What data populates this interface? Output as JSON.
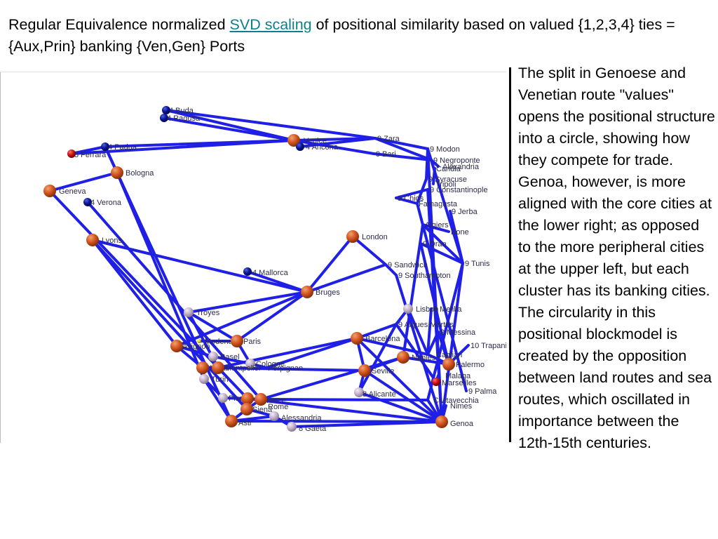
{
  "title": {
    "part1": "Regular Equivalence normalized ",
    "link": "SVD scaling",
    "part2": " of positional similarity based on valued {1,2,3,4} ties = {Aux,Prin} banking {Ven,Gen} Ports"
  },
  "description": "The split in Genoese and Venetian route \"values\" opens the positional structure into a circle, showing how they compete for trade. Genoa, however, is more aligned with the core cities at the lower right; as opposed to the more peripheral cities at the upper left, but each cluster has its banking cities. The circularity in this positional blockmodel is created by the opposition between land routes and sea routes, which oscillated in importance between the 12th-15th centuries.",
  "colors": {
    "edge": "#1f1fe6",
    "orange": "#d2551f",
    "navy": "#0a1496",
    "lilac": "#c3b2c9",
    "red": "#cc1010",
    "yellow": "#d8d020",
    "link": "#0b7f8c"
  },
  "nodes": [
    {
      "id": "buda",
      "label": "4 Buda",
      "color": "navy"
    },
    {
      "id": "ragusa",
      "label": "4 Ragusa",
      "color": "navy"
    },
    {
      "id": "venice",
      "label": "Venice",
      "color": "orange"
    },
    {
      "id": "ancona",
      "label": "4 Ancona",
      "color": "navy"
    },
    {
      "id": "padua",
      "label": "4 Padua",
      "color": "navy"
    },
    {
      "id": "ferrara",
      "label": "5 Ferrara",
      "color": "red"
    },
    {
      "id": "bologna",
      "label": "Bologna",
      "color": "orange"
    },
    {
      "id": "geneva",
      "label": "Geneva",
      "color": "orange"
    },
    {
      "id": "verona",
      "label": "4 Verona",
      "color": "navy"
    },
    {
      "id": "lyons",
      "label": "Lyons",
      "color": "orange"
    },
    {
      "id": "zara",
      "label": "9 Zara",
      "color": "none"
    },
    {
      "id": "bari",
      "label": "9 Bari",
      "color": "none"
    },
    {
      "id": "modon",
      "label": "9 Modon",
      "color": "none"
    },
    {
      "id": "negroponte",
      "label": "9 Negroponte",
      "color": "none"
    },
    {
      "id": "alexandria",
      "label": "Alexandria",
      "color": "none"
    },
    {
      "id": "candia",
      "label": "Candia",
      "color": "none"
    },
    {
      "id": "syracuse",
      "label": "9 Syracuse",
      "color": "none"
    },
    {
      "id": "tripoli",
      "label": "Tripoli",
      "color": "none"
    },
    {
      "id": "constantinople",
      "label": "9 Constantinople",
      "color": "none"
    },
    {
      "id": "chios",
      "label": "9 Chios",
      "color": "none"
    },
    {
      "id": "famagusta",
      "label": "Famagusta",
      "color": "none"
    },
    {
      "id": "jerba",
      "label": "9 Jerba",
      "color": "none"
    },
    {
      "id": "algiers",
      "label": "Algiers",
      "color": "none"
    },
    {
      "id": "bone",
      "label": "Bone",
      "color": "none"
    },
    {
      "id": "oran",
      "label": "9 Oran",
      "color": "none"
    },
    {
      "id": "tunis",
      "label": "9 Tunis",
      "color": "none"
    },
    {
      "id": "london",
      "label": "London",
      "color": "orange"
    },
    {
      "id": "sandwich",
      "label": "9 Sandwich",
      "color": "none"
    },
    {
      "id": "southampton",
      "label": "9 Southampton",
      "color": "none"
    },
    {
      "id": "mallorca",
      "label": "4 Mallorca",
      "color": "navy"
    },
    {
      "id": "bruges",
      "label": "Bruges",
      "color": "orange"
    },
    {
      "id": "troyes",
      "label": "Troyes",
      "color": "lilac"
    },
    {
      "id": "lisbon",
      "label": "Lisbon",
      "color": "lilac"
    },
    {
      "id": "melilla",
      "label": "9 Melilla",
      "color": "none"
    },
    {
      "id": "aigues",
      "label": "9 Aigues Mortes",
      "color": "none"
    },
    {
      "id": "messina",
      "label": "9 Messina",
      "color": "none"
    },
    {
      "id": "modena",
      "label": "Modena",
      "color": "yellow"
    },
    {
      "id": "paris",
      "label": "Paris",
      "color": "orange"
    },
    {
      "id": "barcelona",
      "label": "Barcelona",
      "color": "orange"
    },
    {
      "id": "trapani",
      "label": "10 Trapani",
      "color": "none"
    },
    {
      "id": "avignon",
      "label": "Avignon",
      "color": "orange"
    },
    {
      "id": "basel",
      "label": "Basel",
      "color": "lilac"
    },
    {
      "id": "cologne",
      "label": "Cologne",
      "color": "lilac"
    },
    {
      "id": "milan",
      "label": "Milan",
      "color": "orange"
    },
    {
      "id": "montpelier",
      "label": "Montpelier",
      "color": "orange"
    },
    {
      "id": "perpignan",
      "label": "Perpignan",
      "color": "none"
    },
    {
      "id": "cagliari",
      "label": "Cagliari",
      "color": "none"
    },
    {
      "id": "naples",
      "label": "Naples",
      "color": "orange"
    },
    {
      "id": "palermo",
      "label": "Palermo",
      "color": "orange"
    },
    {
      "id": "malaga",
      "label": "Malaga",
      "color": "none"
    },
    {
      "id": "marseilles",
      "label": "Marseilles",
      "color": "red"
    },
    {
      "id": "seville",
      "label": "Seville",
      "color": "orange"
    },
    {
      "id": "palma",
      "label": "9 Palma",
      "color": "none"
    },
    {
      "id": "turin",
      "label": "Turin",
      "color": "lilac"
    },
    {
      "id": "alicante",
      "label": "8 Alicante",
      "color": "lilac"
    },
    {
      "id": "civitavecchia",
      "label": "Civitavecchia",
      "color": "none"
    },
    {
      "id": "nimes",
      "label": "Nimes",
      "color": "none"
    },
    {
      "id": "pisa",
      "label": "Pisa",
      "color": "lilac"
    },
    {
      "id": "florence",
      "label": "Florence",
      "color": "orange"
    },
    {
      "id": "rome",
      "label": "Rome",
      "color": "orange"
    },
    {
      "id": "siena",
      "label": "Siena",
      "color": "orange"
    },
    {
      "id": "alessandria",
      "label": "Alessandria",
      "color": "lilac"
    },
    {
      "id": "asti",
      "label": "Asti",
      "color": "orange"
    },
    {
      "id": "gaeta",
      "label": "8 Gaeta",
      "color": "lilac"
    },
    {
      "id": "genoa",
      "label": "Genoa",
      "color": "orange"
    }
  ]
}
